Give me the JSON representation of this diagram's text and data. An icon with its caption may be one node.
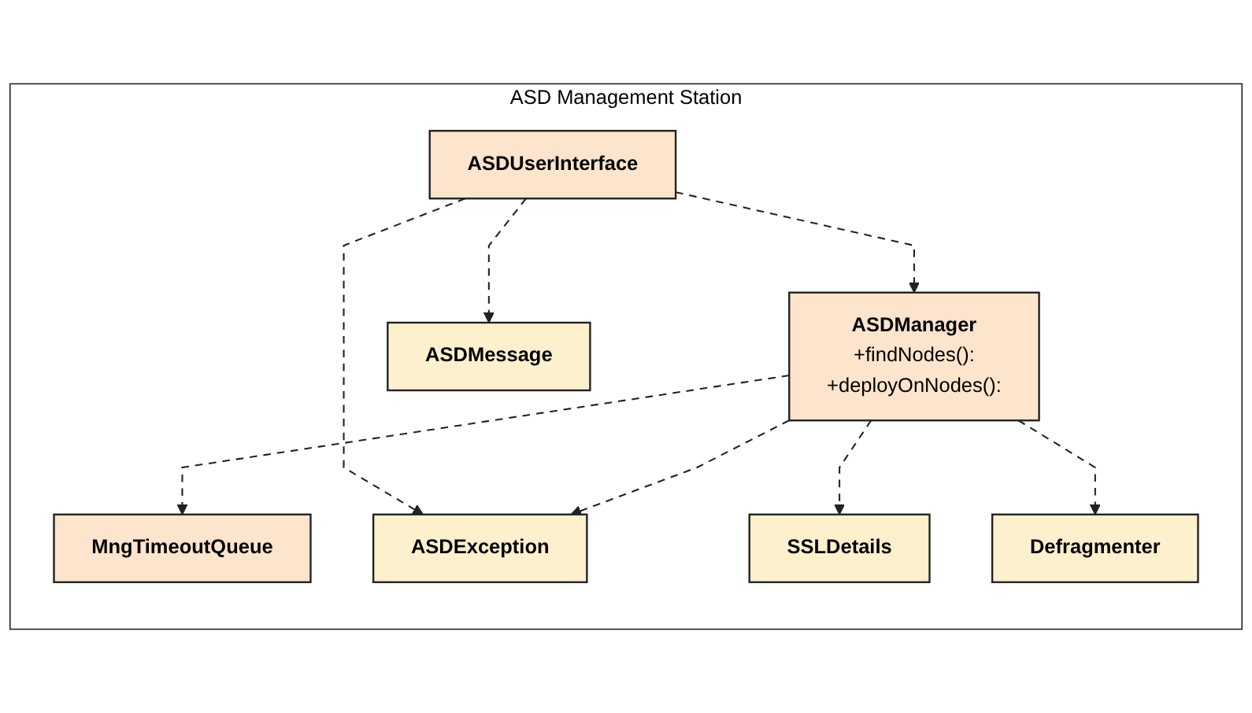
{
  "diagram": {
    "nodes": [
      {
        "text": [
          "ASD Management Station"
        ]
      },
      {
        "text": [
          "ASDUserInterface"
        ],
        "in": 0
      },
      {
        "text": [
          "ASDManager",
          "+findNodes():",
          "+deployOnNodes():"
        ],
        "in": 0
      },
      {
        "text": [
          "MngTimeoutQueue"
        ],
        "in": 0
      },
      {
        "text": [
          "ASDMessage"
        ],
        "in": 0
      },
      {
        "text": [
          "ASDException"
        ],
        "in": 0
      },
      {
        "text": [
          "SSLDetails"
        ],
        "in": 0
      },
      {
        "text": [
          "Defragmenter"
        ],
        "in": 0
      }
    ],
    "edges": [
      {
        "from": 1,
        "to": 2,
        "arrow": "to",
        "style": "dashed"
      },
      {
        "from": 2,
        "to": 3,
        "arrow": "to",
        "style": "dashed"
      },
      {
        "from": 1,
        "to": 4,
        "arrow": "to",
        "style": "dashed"
      },
      {
        "from": 1,
        "to": 5,
        "arrow": "to",
        "style": "dashed"
      },
      {
        "from": 2,
        "to": 5,
        "arrow": "to",
        "style": "dashed"
      },
      {
        "from": 2,
        "to": 6,
        "arrow": "to",
        "style": "dashed"
      },
      {
        "from": 2,
        "to": 7,
        "arrow": "to",
        "style": "dashed"
      }
    ]
  }
}
